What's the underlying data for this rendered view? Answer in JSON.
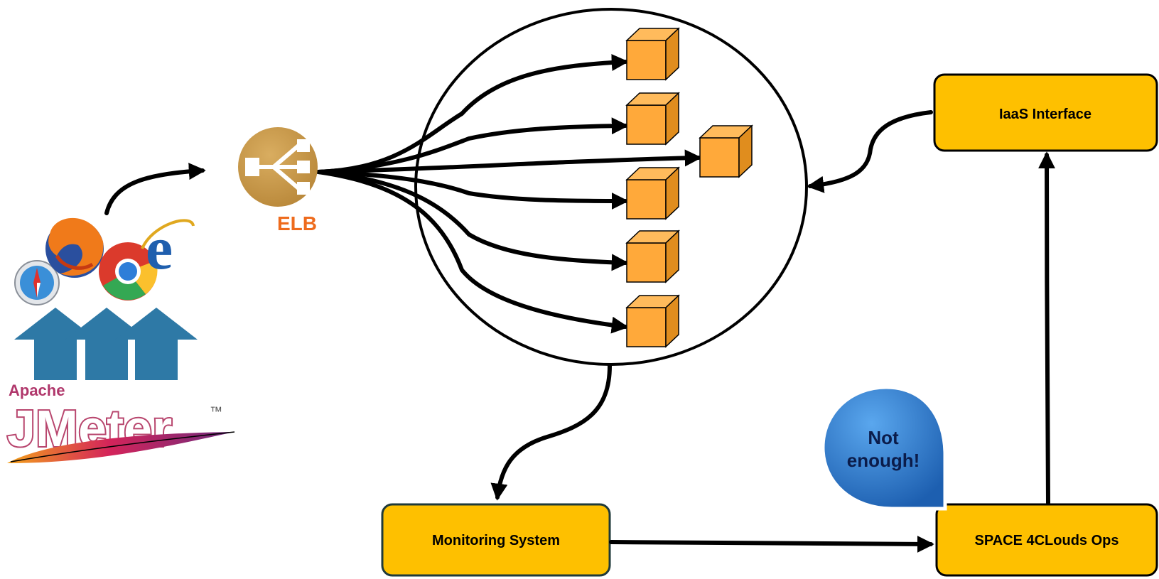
{
  "nodes": {
    "elb": {
      "label": "ELB"
    },
    "iaas": {
      "label": "IaaS Interface"
    },
    "monitoring": {
      "label": "Monitoring System"
    },
    "ops": {
      "label": "SPACE 4CLouds Ops"
    },
    "callout": {
      "line1": "Not",
      "line2": "enough!"
    },
    "jmeter": {
      "apache": "Apache",
      "name": "JMeter",
      "tm": "™"
    }
  },
  "colors": {
    "box_fill": "#fec000",
    "box_stroke": "#000000",
    "monitoring_stroke": "#1f3a3a",
    "cube_face": "#ffa93a",
    "cube_side": "#e08d1e",
    "elb_gold": "#c8994a",
    "elb_label": "#ee6b1d",
    "callout_blue": "#2f78c8",
    "arrow_blue": "#2e79a6"
  },
  "icons": [
    "load-balancer-icon",
    "instance-cube-icon",
    "safari-icon",
    "firefox-icon",
    "chrome-icon",
    "internet-explorer-icon",
    "upload-arrow-icon",
    "apache-feather-icon"
  ]
}
